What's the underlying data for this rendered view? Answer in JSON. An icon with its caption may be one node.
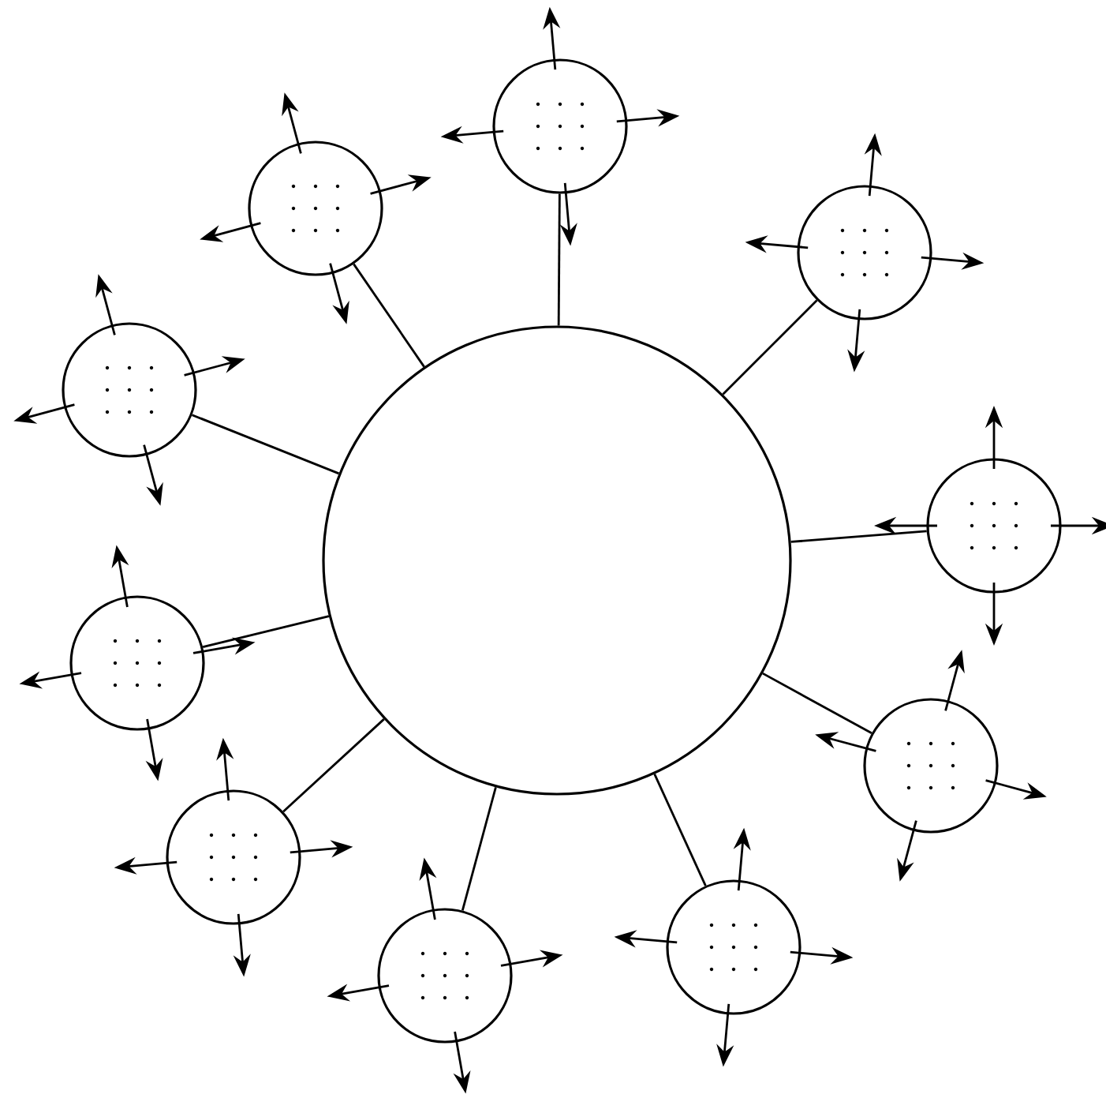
{
  "diagram": {
    "nodes": [
      {
        "text": [],
        "shape": "circle"
      },
      {
        "text": [],
        "shape": "circle"
      },
      {
        "text": [],
        "shape": "circle"
      },
      {
        "text": [],
        "shape": "circle"
      },
      {
        "text": [],
        "shape": "circle"
      },
      {
        "text": [],
        "shape": "circle"
      },
      {
        "text": [],
        "shape": "circle"
      },
      {
        "text": [],
        "shape": "circle"
      },
      {
        "text": [],
        "shape": "circle"
      },
      {
        "text": [],
        "shape": "circle"
      },
      {
        "text": [],
        "shape": "circle"
      }
    ],
    "edges": [
      {
        "from": 0,
        "to": 1,
        "arrow": "none"
      },
      {
        "from": 0,
        "to": 2,
        "arrow": "none"
      },
      {
        "from": 0,
        "to": 3,
        "arrow": "none"
      },
      {
        "from": 0,
        "to": 4,
        "arrow": "none"
      },
      {
        "from": 0,
        "to": 5,
        "arrow": "none"
      },
      {
        "from": 0,
        "to": 6,
        "arrow": "none"
      },
      {
        "from": 0,
        "to": 7,
        "arrow": "none"
      },
      {
        "from": 0,
        "to": 8,
        "arrow": "none"
      },
      {
        "from": 0,
        "to": 9,
        "arrow": "none"
      },
      {
        "from": 0,
        "to": 10,
        "arrow": "none"
      }
    ]
  }
}
